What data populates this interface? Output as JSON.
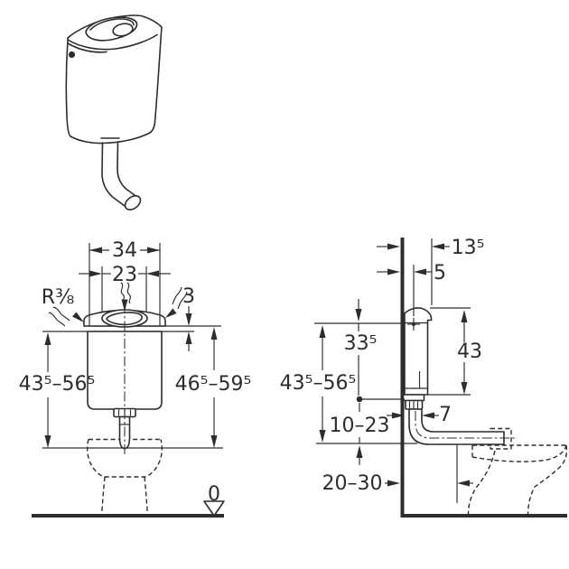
{
  "drawing": {
    "background": "#ffffff",
    "ink_color": "#2d2d2d",
    "front_view": {
      "dim_overall_width": "34",
      "dim_button_width": "23",
      "label_supply_thread": "R⅜",
      "dim_lid_height": "3",
      "dim_height_body": "43⁵–56⁵",
      "dim_height_lid": "46⁵–59⁵",
      "label_floor_datum": "0"
    },
    "side_view": {
      "dim_depth_top": "13⁵",
      "dim_fixing_offset": "5",
      "dim_cistern_height": "43",
      "dim_fixing_height": "33⁵",
      "dim_height_range": "43⁵–56⁵",
      "dim_pipe_adjust": "10–23",
      "dim_pipe_offset": "7",
      "dim_bowl_offset": "20–30"
    }
  }
}
